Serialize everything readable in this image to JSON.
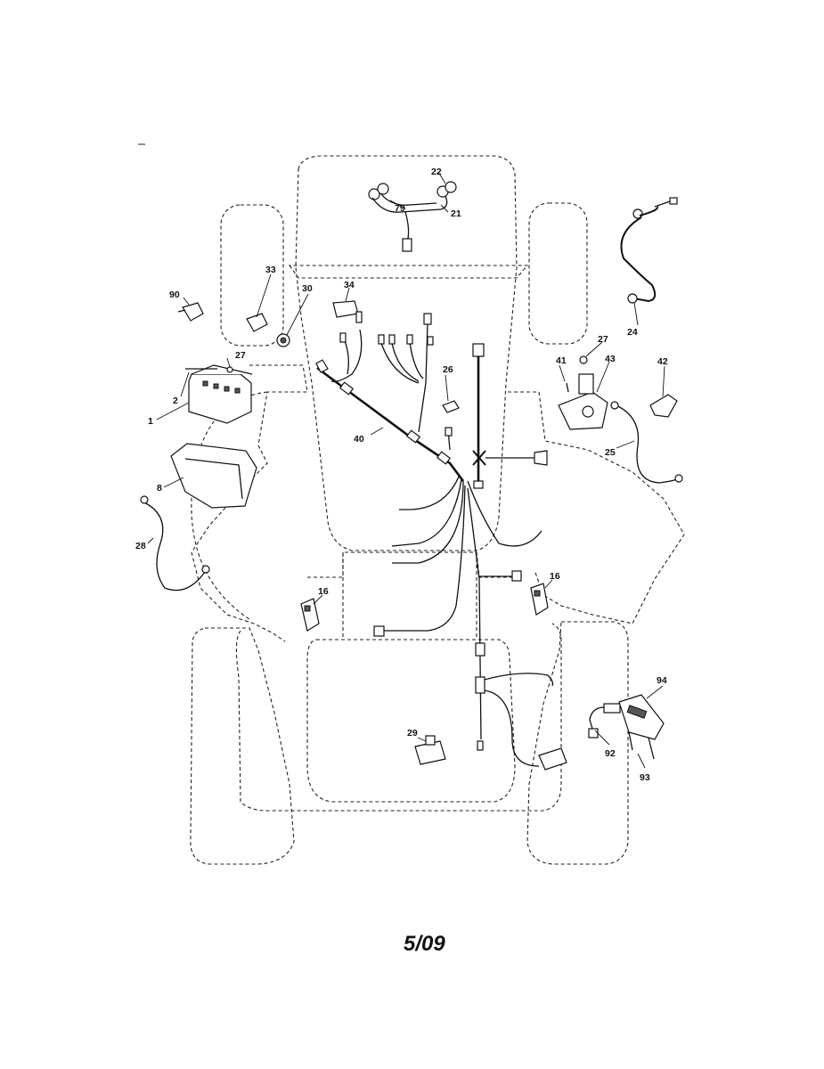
{
  "diagram": {
    "title": "",
    "colors": {
      "line": "#111111",
      "background": "#ffffff"
    }
  },
  "parts": [
    {
      "id": "p1",
      "label": "1"
    },
    {
      "id": "p2",
      "label": "2"
    },
    {
      "id": "p8",
      "label": "8"
    },
    {
      "id": "p16a",
      "label": "16"
    },
    {
      "id": "p16b",
      "label": "16"
    },
    {
      "id": "p21",
      "label": "21"
    },
    {
      "id": "p22",
      "label": "22"
    },
    {
      "id": "p24",
      "label": "24"
    },
    {
      "id": "p25",
      "label": "25"
    },
    {
      "id": "p26",
      "label": "26"
    },
    {
      "id": "p27a",
      "label": "27"
    },
    {
      "id": "p27b",
      "label": "27"
    },
    {
      "id": "p28",
      "label": "28"
    },
    {
      "id": "p29",
      "label": "29"
    },
    {
      "id": "p30",
      "label": "30"
    },
    {
      "id": "p33",
      "label": "33"
    },
    {
      "id": "p34",
      "label": "34"
    },
    {
      "id": "p40",
      "label": "40"
    },
    {
      "id": "p41",
      "label": "41"
    },
    {
      "id": "p42",
      "label": "42"
    },
    {
      "id": "p43",
      "label": "43"
    },
    {
      "id": "p79",
      "label": "79"
    },
    {
      "id": "p90",
      "label": "90"
    },
    {
      "id": "p92",
      "label": "92"
    },
    {
      "id": "p93",
      "label": "93"
    },
    {
      "id": "p94",
      "label": "94"
    }
  ],
  "footer": {
    "page_code": "5/09"
  }
}
